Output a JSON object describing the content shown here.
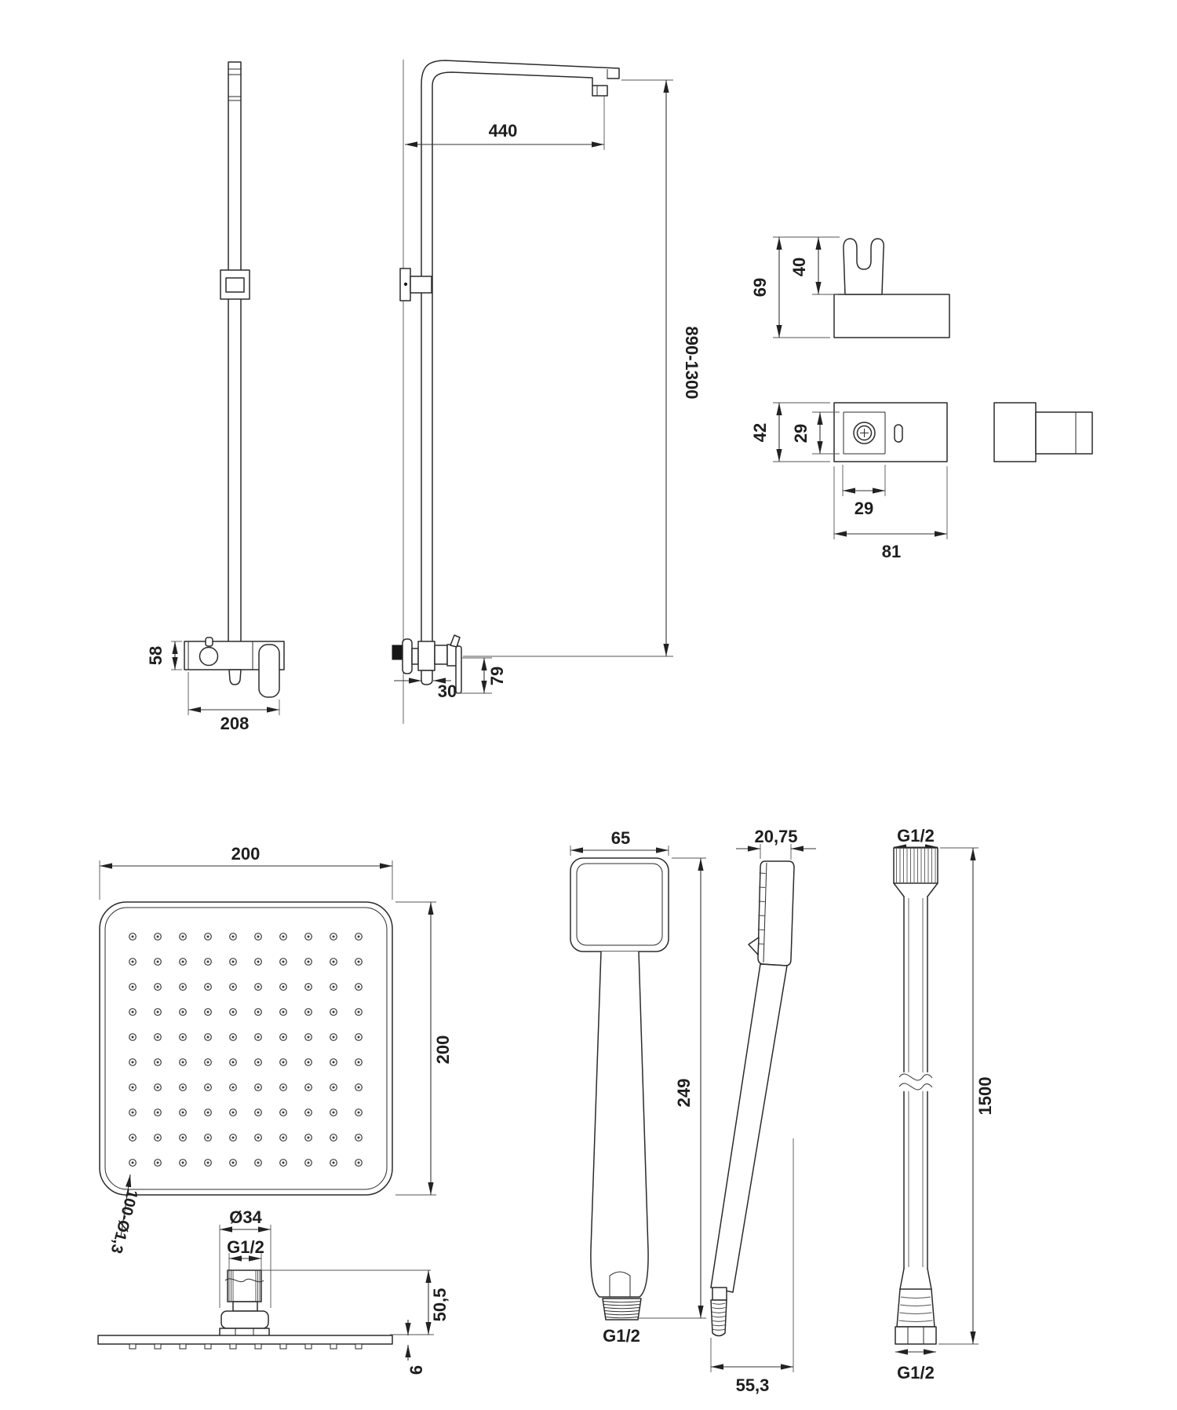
{
  "drawing": {
    "kind": "shower-set technical dimension drawing",
    "units": "mm",
    "column_front": {
      "mixer_height": "58",
      "mixer_width": "208"
    },
    "column_side": {
      "arm_reach": "440",
      "height_range": "890-1300",
      "spout_depth": "30",
      "outlet_height": "79"
    },
    "holder_front": {
      "total_height": "69",
      "clip_height": "40"
    },
    "holder_plan": {
      "depth": "42",
      "boss_height": "29",
      "boss_width": "29",
      "width": "81"
    },
    "head_top": {
      "width": "200",
      "height": "200",
      "nozzle_note": "100-Ø1,3",
      "nozzles": {
        "rows": 10,
        "cols": 10
      }
    },
    "head_side": {
      "collar_diameter": "Ø34",
      "thread": "G1/2",
      "connector_height": "50,5",
      "plate_thickness": "6"
    },
    "hand_front": {
      "width": "65",
      "length": "249",
      "thread": "G1/2"
    },
    "hand_side": {
      "depth": "20,75",
      "bottom_offset": "55,3"
    },
    "hose": {
      "thread_top": "G1/2",
      "length": "1500",
      "thread_bottom": "G1/2"
    }
  }
}
